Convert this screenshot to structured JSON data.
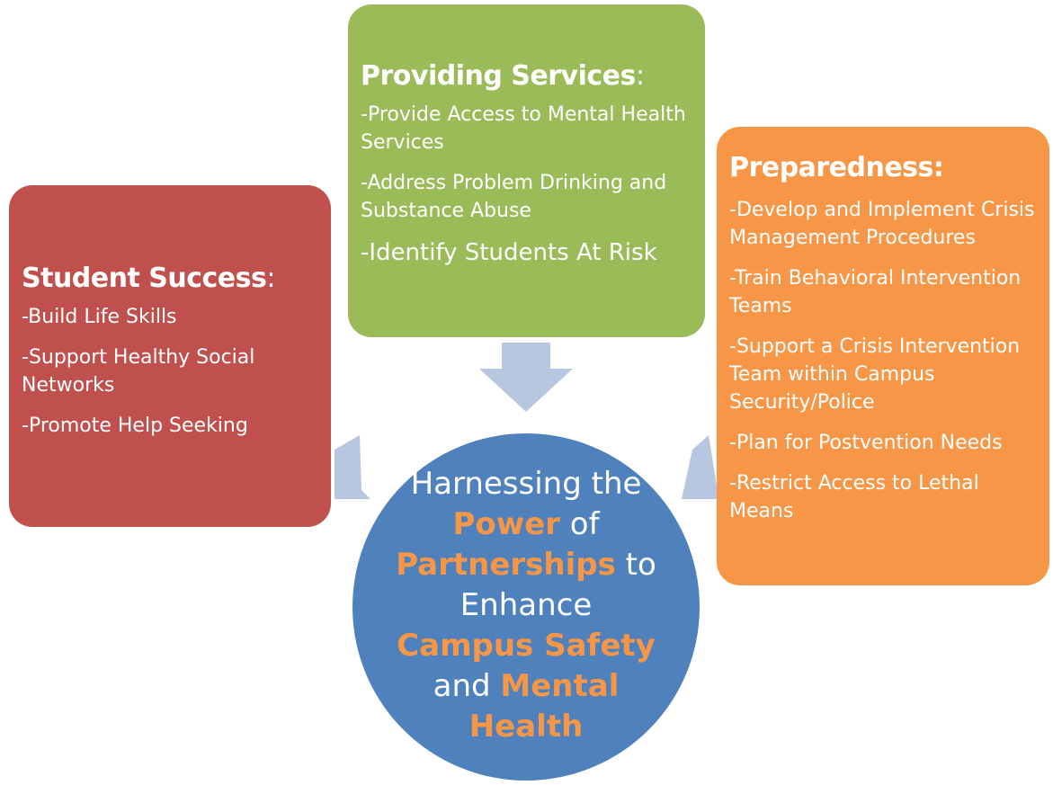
{
  "student_success": {
    "title": "Student Success",
    "colon": ":",
    "items": [
      "-Build Life Skills",
      "-Support Healthy Social Networks",
      "-Promote Help Seeking"
    ]
  },
  "providing_services": {
    "title": "Providing Services",
    "colon": ":",
    "items": [
      "-Provide Access to Mental Health Services",
      "-Address Problem Drinking and Substance Abuse",
      "-Identify Students At Risk"
    ]
  },
  "preparedness": {
    "title": "Preparedness:",
    "items": [
      "-Develop and Implement Crisis Management Procedures",
      "-Train Behavioral Intervention Teams",
      "-Support  a Crisis Intervention Team within Campus Security/Police",
      "-Plan for Postvention Needs",
      "-Restrict Access to Lethal Means"
    ]
  },
  "center": {
    "t1": "Harnessing the",
    "t2": "Power",
    "t3": "of",
    "t4": "Partnerships",
    "t5": "to",
    "t6": "Enhance",
    "t7": "Campus Safety",
    "t8": "and",
    "t9": "Mental",
    "t10": "Health"
  },
  "colors": {
    "red_box": "#C0504D",
    "green_box": "#9BBB59",
    "orange_box": "#F79646",
    "circle": "#4F81BD",
    "arrow": "#B7C7E0",
    "highlight_text": "#F79646"
  }
}
